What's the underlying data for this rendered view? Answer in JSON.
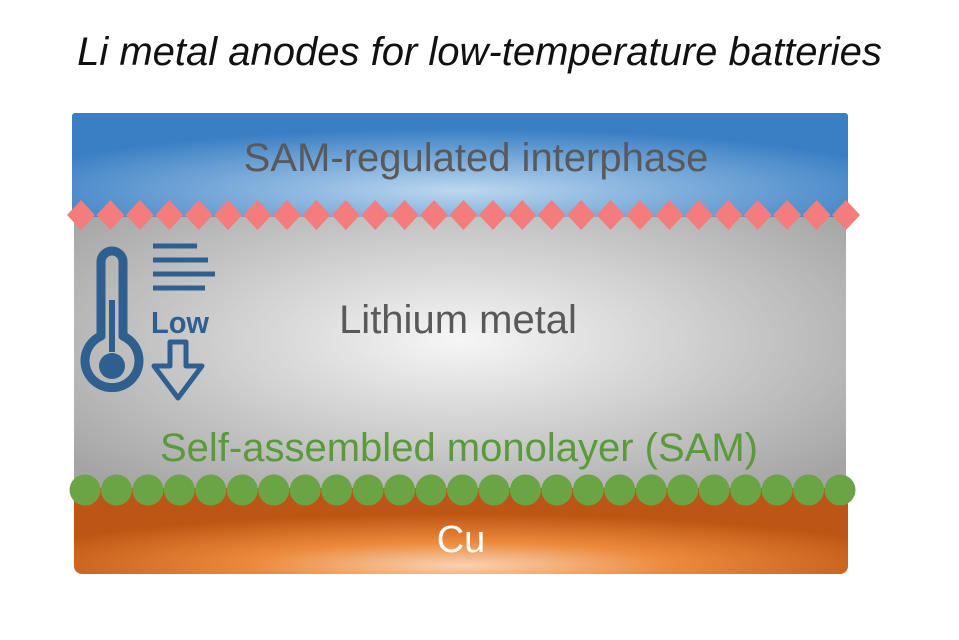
{
  "title": "Li metal anodes for low-temperature batteries",
  "layers": {
    "interphase": {
      "label": "SAM-regulated interphase"
    },
    "lithium": {
      "label": "Lithium metal"
    },
    "sam": {
      "label": "Self-assembled monolayer (SAM)"
    },
    "copper": {
      "label": "Cu"
    }
  },
  "icon": {
    "name": "thermometer-low-icon",
    "text": "Low"
  },
  "colors": {
    "interphase_blue": "#3a7fc4",
    "interphase_center": "#b7d3ee",
    "lithium_gray": "#a8a8a8",
    "lithium_center": "#f4f4f4",
    "diamond_red": "#f47c7c",
    "sam_green": "#6aa445",
    "sam_text_green": "#5a9a3a",
    "copper_orange": "#c25a14",
    "copper_center": "#f6c8a2",
    "icon_blue": "#2f5f8f",
    "label_dark": "#595959"
  }
}
